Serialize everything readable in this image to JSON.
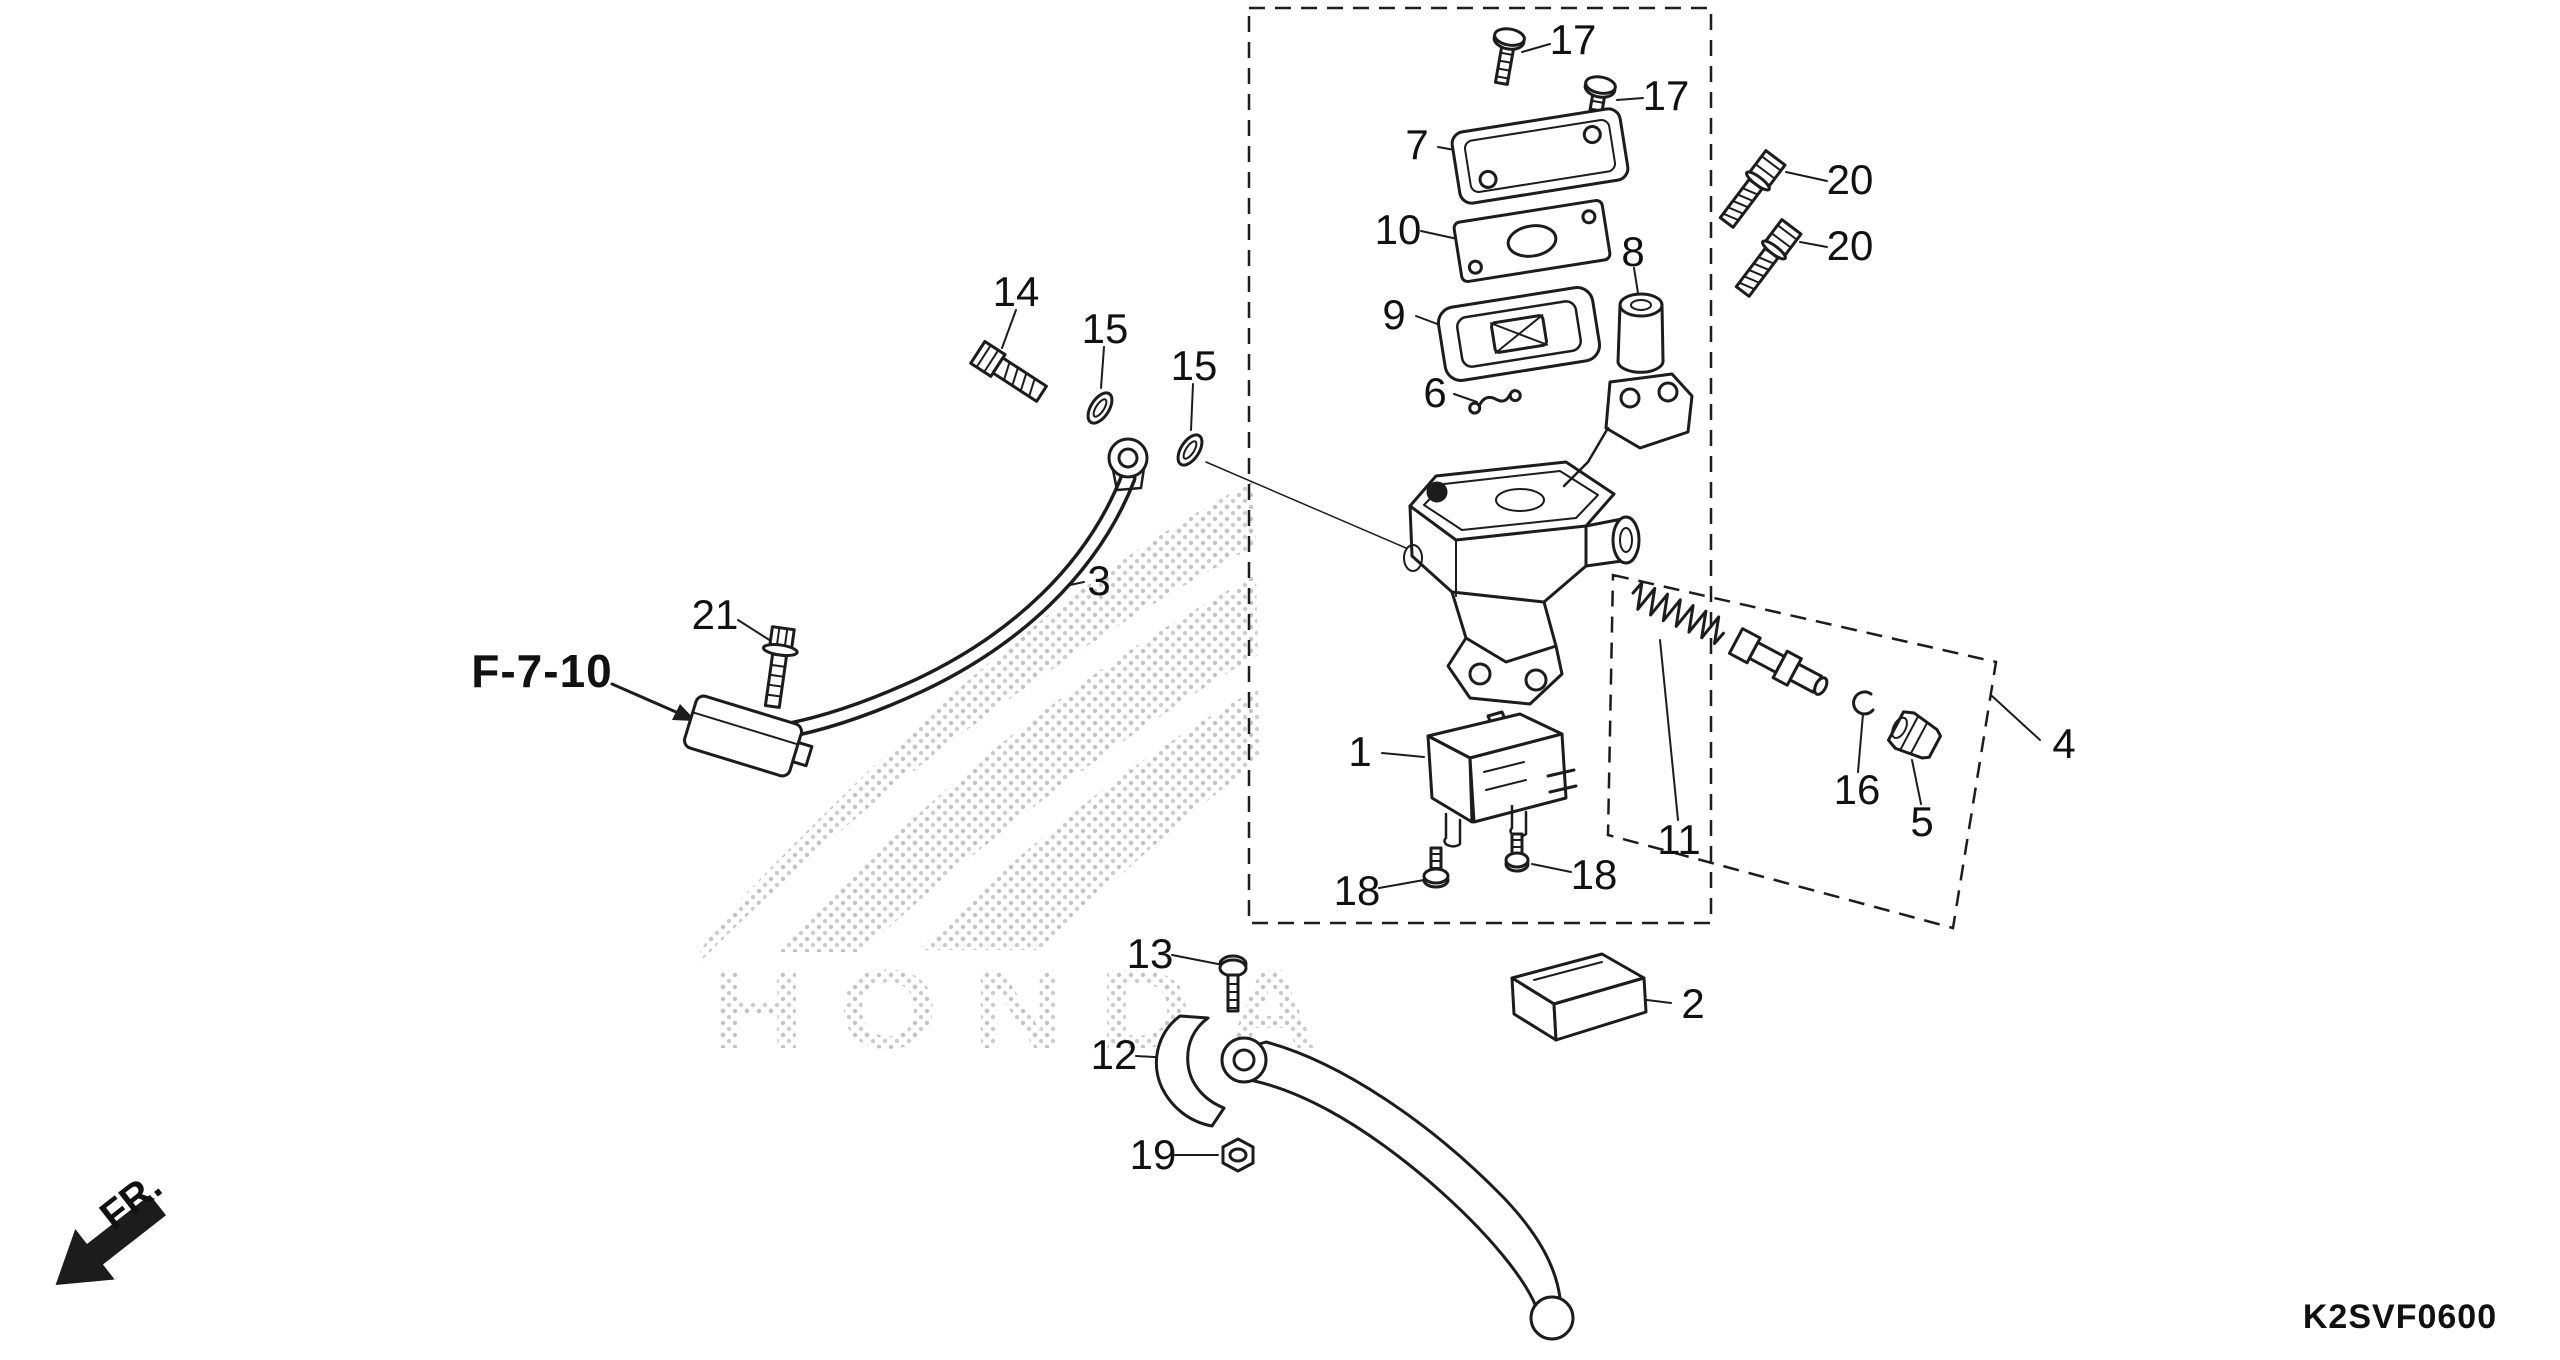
{
  "diagram": {
    "reference_link": "F-7-10",
    "direction_indicator": "FR.",
    "watermark": "HONDA",
    "drawing_code": "K2SVF0600",
    "part_labels": {
      "17a": "17",
      "17b": "17",
      "7": "7",
      "10": "10",
      "9": "9",
      "6": "6",
      "8": "8",
      "20a": "20",
      "20b": "20",
      "14": "14",
      "15a": "15",
      "15b": "15",
      "3": "3",
      "21": "21",
      "1": "1",
      "11": "11",
      "16": "16",
      "5": "5",
      "4": "4",
      "18a": "18",
      "18b": "18",
      "13": "13",
      "2": "2",
      "12": "12",
      "19": "19"
    }
  }
}
